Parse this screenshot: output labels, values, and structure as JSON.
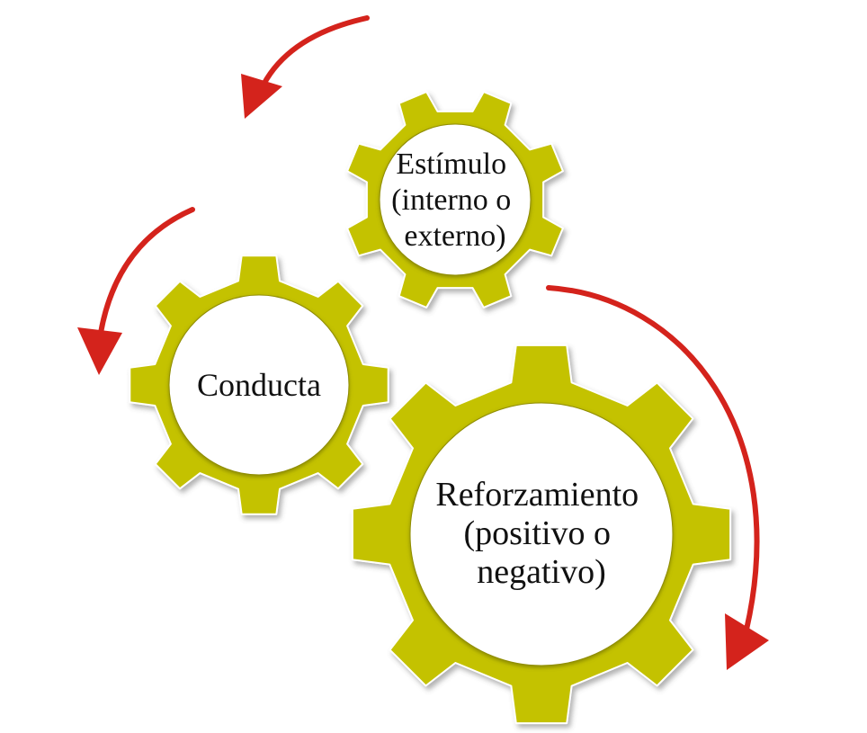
{
  "colors": {
    "gear": "#c4c200",
    "gear_shadow": "#8f8c00",
    "arrow": "#d4231c",
    "text": "#111111"
  },
  "gears": {
    "stimulus": {
      "lines": [
        "Estímulo",
        "(interno o",
        "externo)"
      ]
    },
    "behavior": {
      "lines": [
        "Conducta"
      ]
    },
    "reinforcement": {
      "lines": [
        "Reforzamiento",
        "(positivo o",
        "negativo)"
      ]
    }
  },
  "arrows": [
    {
      "name": "top-left",
      "direction": "counterclockwise"
    },
    {
      "name": "left",
      "direction": "counterclockwise"
    },
    {
      "name": "right",
      "direction": "clockwise"
    }
  ]
}
